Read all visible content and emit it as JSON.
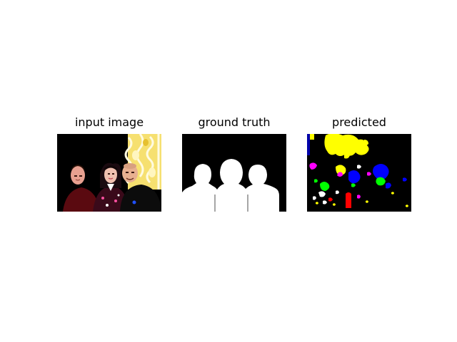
{
  "panels": [
    {
      "title": "input image"
    },
    {
      "title": "ground truth"
    },
    {
      "title": "predicted"
    }
  ],
  "colors": {
    "background": "#ffffff",
    "mask_background": "#000000",
    "mask_foreground": "#ffffff",
    "pred_yellow": "#ffff00",
    "pred_blue": "#0000ff",
    "pred_green": "#00ff00",
    "pred_magenta": "#ff00ff",
    "pred_red": "#ff0000"
  }
}
